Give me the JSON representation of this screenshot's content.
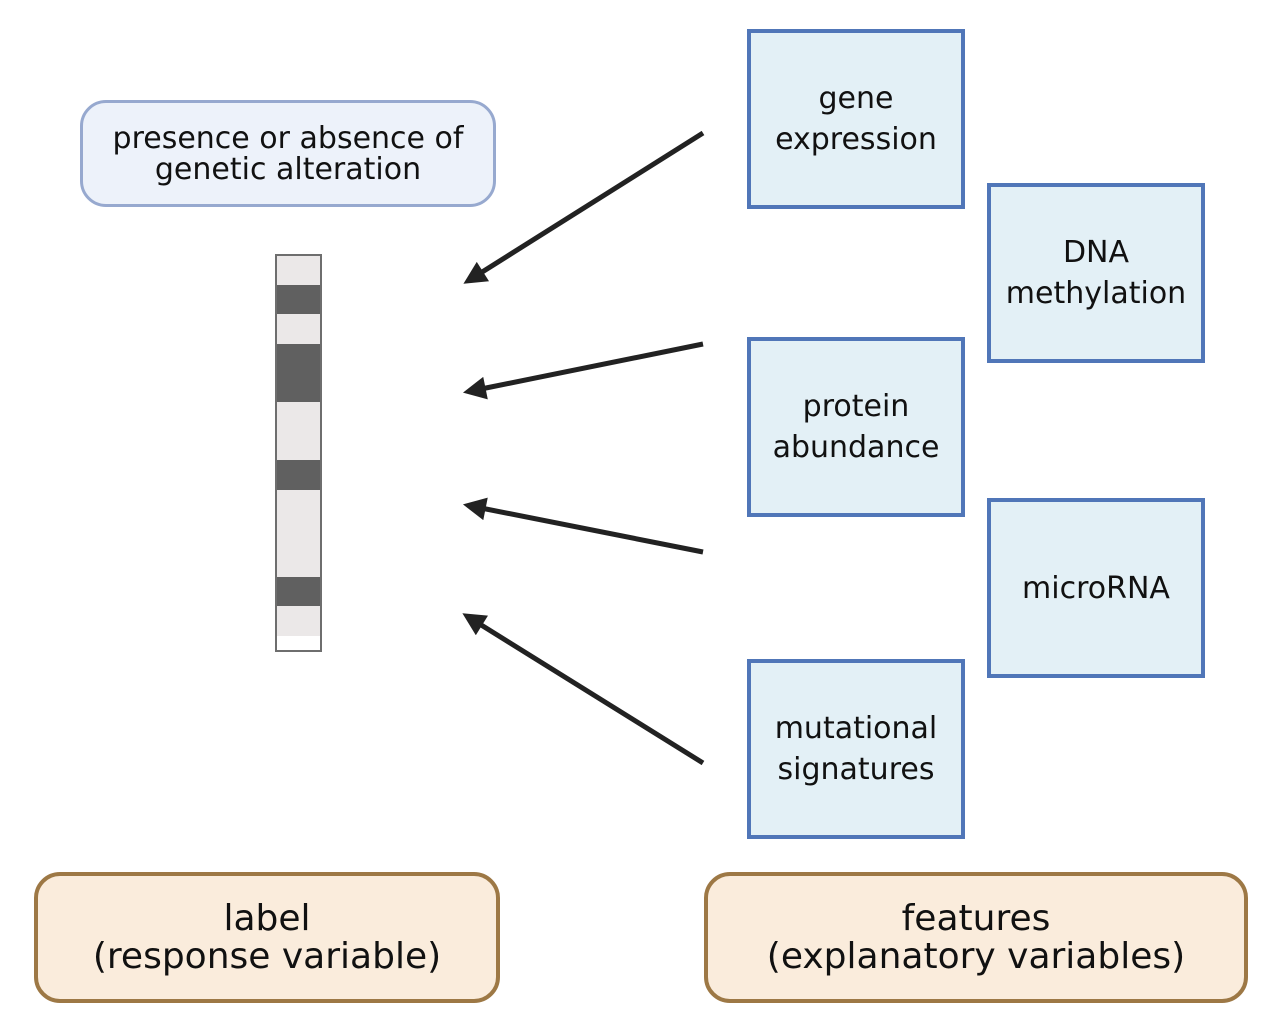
{
  "label_box": {
    "line1": "presence or absence of",
    "line2": "genetic alteration"
  },
  "features": {
    "gene_expression": [
      "gene",
      "expression"
    ],
    "dna_methylation": [
      "DNA",
      "methylation"
    ],
    "protein_abundance": [
      "protein",
      "abundance"
    ],
    "microrna": [
      "microRNA"
    ],
    "mutational_signatures": [
      "mutational",
      "signatures"
    ]
  },
  "bottom": {
    "label": [
      "label",
      "(response variable)"
    ],
    "features": [
      "features",
      "(explanatory variables)"
    ]
  },
  "label_vector": [
    "absent",
    "present",
    "absent",
    "present",
    "present",
    "absent",
    "absent",
    "present",
    "absent",
    "absent",
    "absent",
    "present",
    "absent"
  ],
  "colors": {
    "feature_fill": "#e3f0f6",
    "feature_border": "#5076b8",
    "label_fill": "#edf2fa",
    "label_border": "#97a9cf",
    "bottom_fill": "#faecdc",
    "bottom_border": "#9d7845",
    "present": "#606060",
    "absent": "#ebe8e8",
    "arrow": "#222222"
  }
}
